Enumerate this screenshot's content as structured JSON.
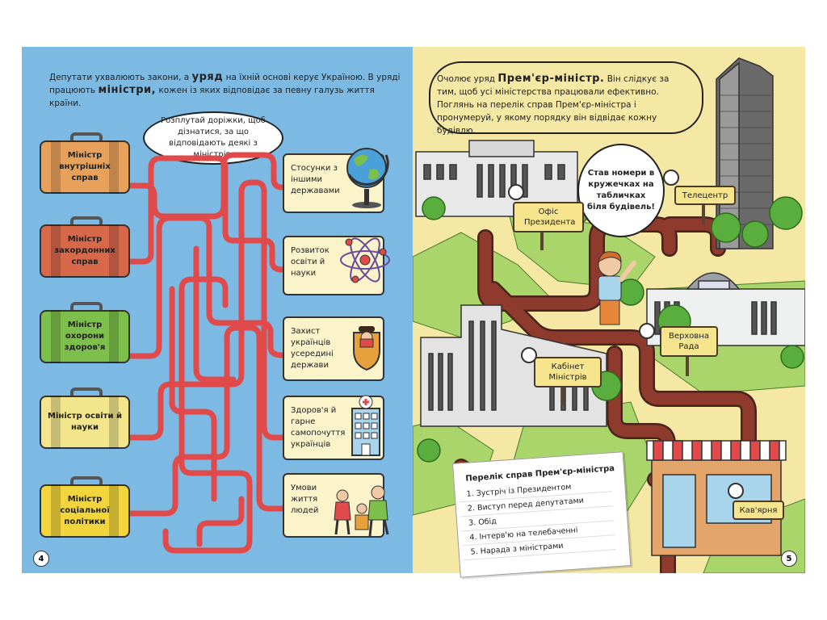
{
  "left_page": {
    "intro_1": "Депутати ухвалюють закони, а",
    "intro_bold_1": "уряд",
    "intro_2": "на їхній основі керує Україною. В уряді працюють",
    "intro_bold_2": "міністри,",
    "intro_3": "кожен із яких відповідає за певну галузь життя країни.",
    "bubble": "Розплутай доріжки, щоб дізнатися, за що відповідають деякі з міністрів.",
    "page_number": "4",
    "ministers": [
      {
        "label": "Міністр внутрішніх справ",
        "color": "#e8a15b"
      },
      {
        "label": "Міністр закордонних справ",
        "color": "#d8684a"
      },
      {
        "label": "Міністр охорони здоров'я",
        "color": "#7cbf4a"
      },
      {
        "label": "Міністр освіти й науки",
        "color": "#f2e58c"
      },
      {
        "label": "Міністр соціальної політики",
        "color": "#f2d53c"
      }
    ],
    "areas": [
      {
        "label": "Стосунки з іншими державами",
        "icon": "globe-icon"
      },
      {
        "label": "Розвиток освіти й науки",
        "icon": "atom-icon"
      },
      {
        "label": "Захист українців усередині держави",
        "icon": "shield-icon"
      },
      {
        "label": "Здоров'я й гарне самопочуття українців",
        "icon": "hospital-icon"
      },
      {
        "label": "Умови життя людей",
        "icon": "family-icon"
      }
    ],
    "maze_color": "#e14a4a"
  },
  "right_page": {
    "intro_1": "Очолює уряд",
    "intro_bold": "Прем'єр-міністр.",
    "intro_2": "Він слідкує за тим, щоб усі міністерства працювали ефективно. Поглянь на перелік справ Прем'єр-міністра і пронумеруй, у якому порядку він відвідає кожну будівлю.",
    "boy_bubble": "Став номери в кружечках на табличках біля будівель!",
    "signs": {
      "office": "Офіс Президента",
      "tv": "Телецентр",
      "rada": "Верховна Рада",
      "cabinet": "Кабінет Міністрів",
      "cafe": "Кав'ярня"
    },
    "list_title": "Перелік справ Прем'єр-міністра",
    "list": [
      "1. Зустріч із Президентом",
      "2. Виступ перед депутатами",
      "3. Обід",
      "4. Інтерв'ю на телебаченні",
      "5. Нарада з міністрами"
    ],
    "page_number": "5",
    "road_color": "#8e3b2e"
  }
}
